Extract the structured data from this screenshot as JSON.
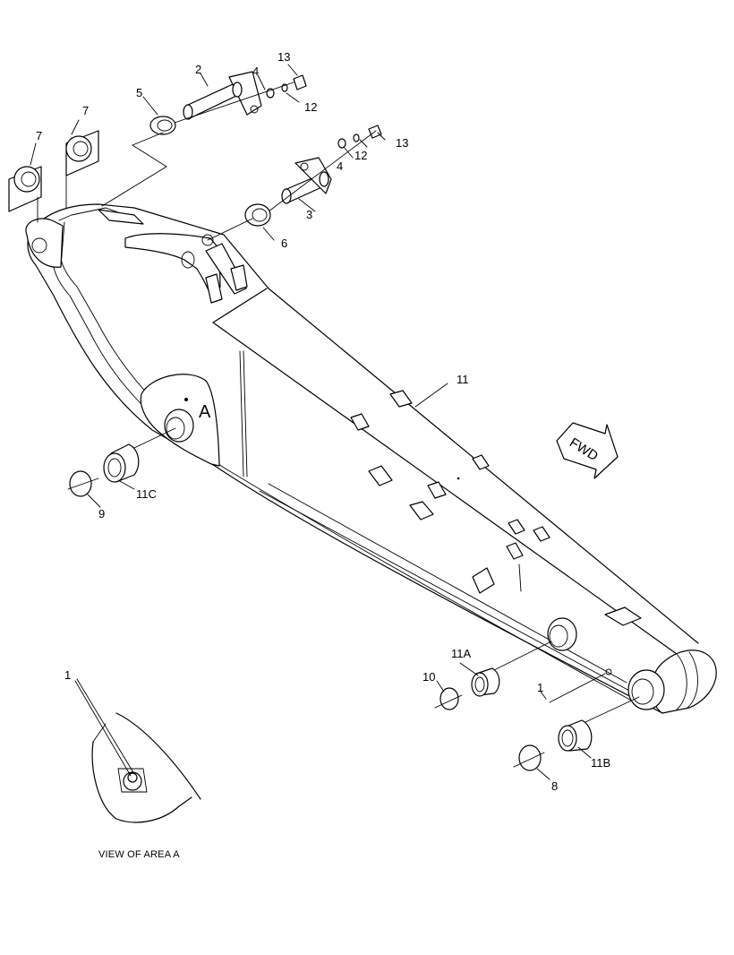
{
  "diagram": {
    "callouts": {
      "c1": "1",
      "c1b": "1",
      "c2": "2",
      "c3": "3",
      "c4a": "4",
      "c4b": "4",
      "c5": "5",
      "c6": "6",
      "c7a": "7",
      "c7b": "7",
      "c8": "8",
      "c9": "9",
      "c10": "10",
      "c11": "11",
      "c11a": "11A",
      "c11b": "11B",
      "c11c": "11C",
      "c12a": "12",
      "c12b": "12",
      "c13a": "13",
      "c13b": "13"
    },
    "area_marker": "A",
    "direction_arrow": "FWD",
    "view_caption": "VIEW OF AREA A"
  }
}
